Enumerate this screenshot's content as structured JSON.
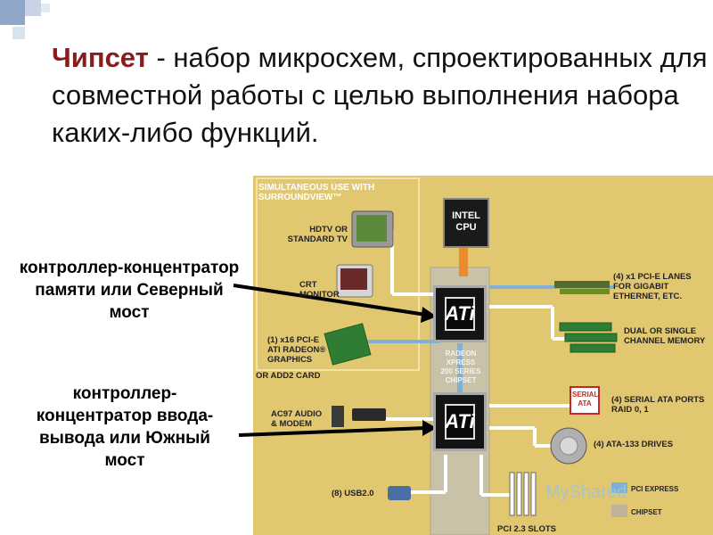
{
  "title": {
    "keyword": "Чипсет",
    "rest": " -  набор микросхем, спроектированных для совместной работы с целью выполнения набора каких-либо функций."
  },
  "callouts": {
    "north": "контроллер-концентратор памяти или Северный мост",
    "south": "контроллер-концентратор ввода-вывода или Южный мост"
  },
  "diagram": {
    "simultaneous": "SIMULTANEOUS USE WITH SURROUNDVIEW™",
    "cpu": "INTEL CPU",
    "hdtv": "HDTV OR STANDARD TV",
    "crt": "CRT MONITOR",
    "pcie_graphics": "(1) x16 PCI-E ATI RADEON® GRAPHICS",
    "add2": "OR ADD2 CARD",
    "ac97": "AC97 AUDIO & MODEM",
    "usb": "(8) USB2.0",
    "chipset_name": "RADEON XPRESS 200 SERIES CHIPSET",
    "pcie_lanes": "(4) x1 PCI-E LANES FOR GIGABIT ETHERNET, ETC.",
    "memory": "DUAL OR SINGLE CHANNEL MEMORY",
    "sata": "(4) SERIAL ATA PORTS RAID 0, 1",
    "ata": "(4) ATA-133 DRIVES",
    "pci_slots": "PCI 2.3 SLOTS",
    "legend_pcie": "PCI EXPRESS",
    "legend_chipset": "CHIPSET",
    "ati_logo": "ATi",
    "serial_badge": "SERIAL ATA"
  },
  "watermark": "MyShared",
  "colors": {
    "title_keyword": "#8b1c1c",
    "diagram_bg": "#e2c771",
    "pcie_line": "#7fb0d8",
    "connector_line": "#ffffff",
    "cpu_bus": "#e88a2e"
  }
}
